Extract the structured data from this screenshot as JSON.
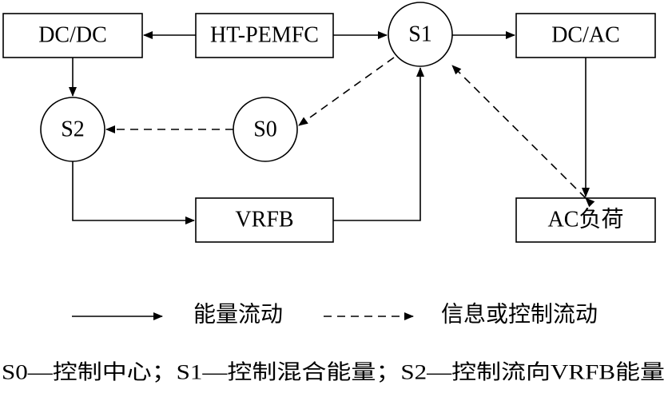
{
  "nodes": {
    "dcdc": "DC/DC",
    "htpemfc": "HT-PEMFC",
    "s1": "S1",
    "dcac": "DC/AC",
    "s2": "S2",
    "s0": "S0",
    "vrfb": "VRFB",
    "acload": "AC负荷"
  },
  "legend": {
    "energy_flow": "能量流动",
    "info_flow": "信息或控制流动"
  },
  "caption": "S0—控制中心；S1—控制混合能量；S2—控制流向VRFB能量",
  "colors": {
    "stroke": "#000000",
    "fill": "#ffffff"
  }
}
